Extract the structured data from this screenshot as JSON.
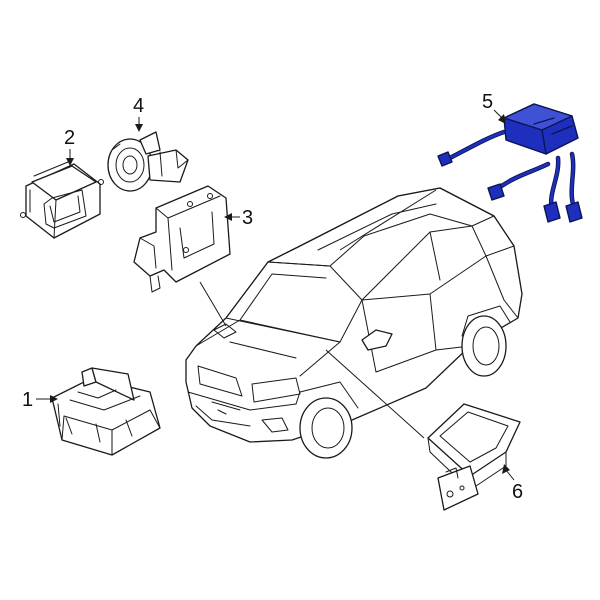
{
  "diagram": {
    "callouts": [
      {
        "id": "1",
        "text": "1"
      },
      {
        "id": "2",
        "text": "2"
      },
      {
        "id": "3",
        "text": "3"
      },
      {
        "id": "4",
        "text": "4"
      },
      {
        "id": "5",
        "text": "5"
      },
      {
        "id": "6",
        "text": "6"
      }
    ],
    "highlight_color": "#1e2fbd",
    "line_color": "#1a1a1a",
    "background_color": "#ffffff"
  }
}
